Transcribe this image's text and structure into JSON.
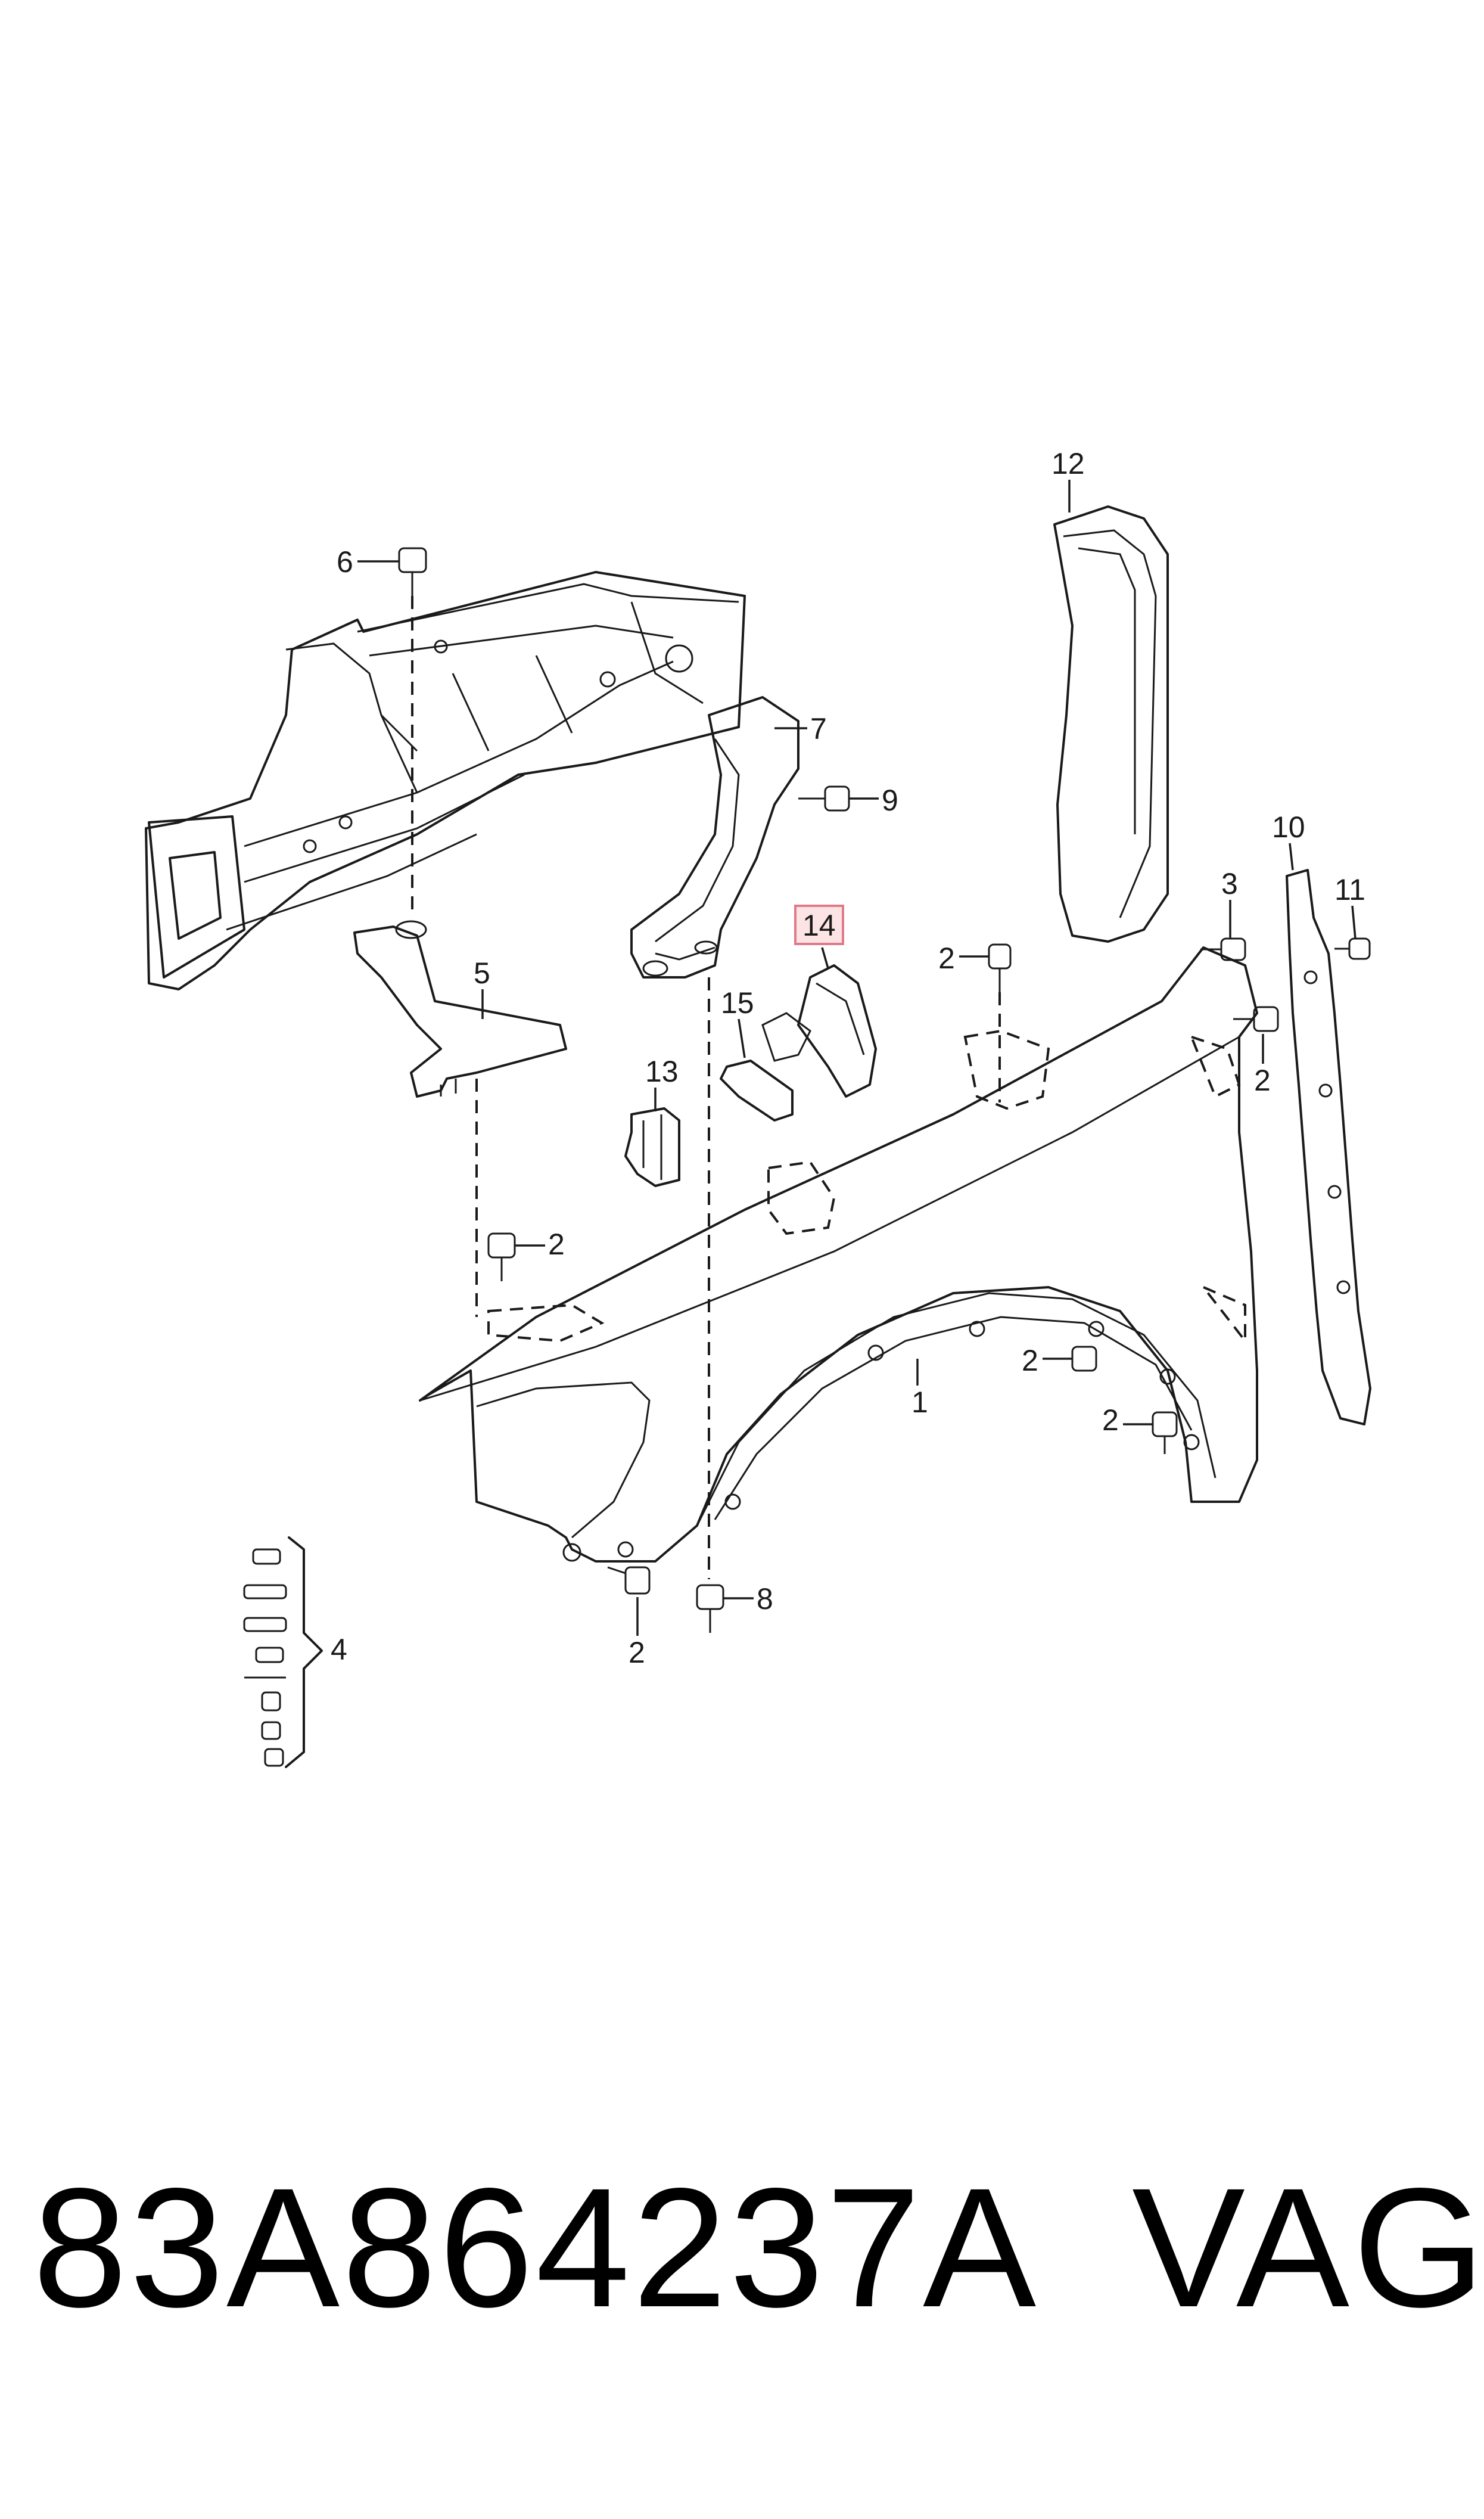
{
  "diagram": {
    "callouts": [
      {
        "id": "1",
        "label": "1"
      },
      {
        "id": "2",
        "label": "2"
      },
      {
        "id": "3",
        "label": "3"
      },
      {
        "id": "4",
        "label": "4"
      },
      {
        "id": "5",
        "label": "5"
      },
      {
        "id": "6",
        "label": "6"
      },
      {
        "id": "7",
        "label": "7"
      },
      {
        "id": "8",
        "label": "8"
      },
      {
        "id": "9",
        "label": "9"
      },
      {
        "id": "10",
        "label": "10"
      },
      {
        "id": "11",
        "label": "11"
      },
      {
        "id": "12",
        "label": "12"
      },
      {
        "id": "13",
        "label": "13"
      },
      {
        "id": "14",
        "label": "14",
        "highlighted": true
      },
      {
        "id": "15",
        "label": "15"
      }
    ],
    "highlight_color": "#e07a8a"
  },
  "footer": {
    "part_number": "83A864237A",
    "brand": "VAG"
  }
}
